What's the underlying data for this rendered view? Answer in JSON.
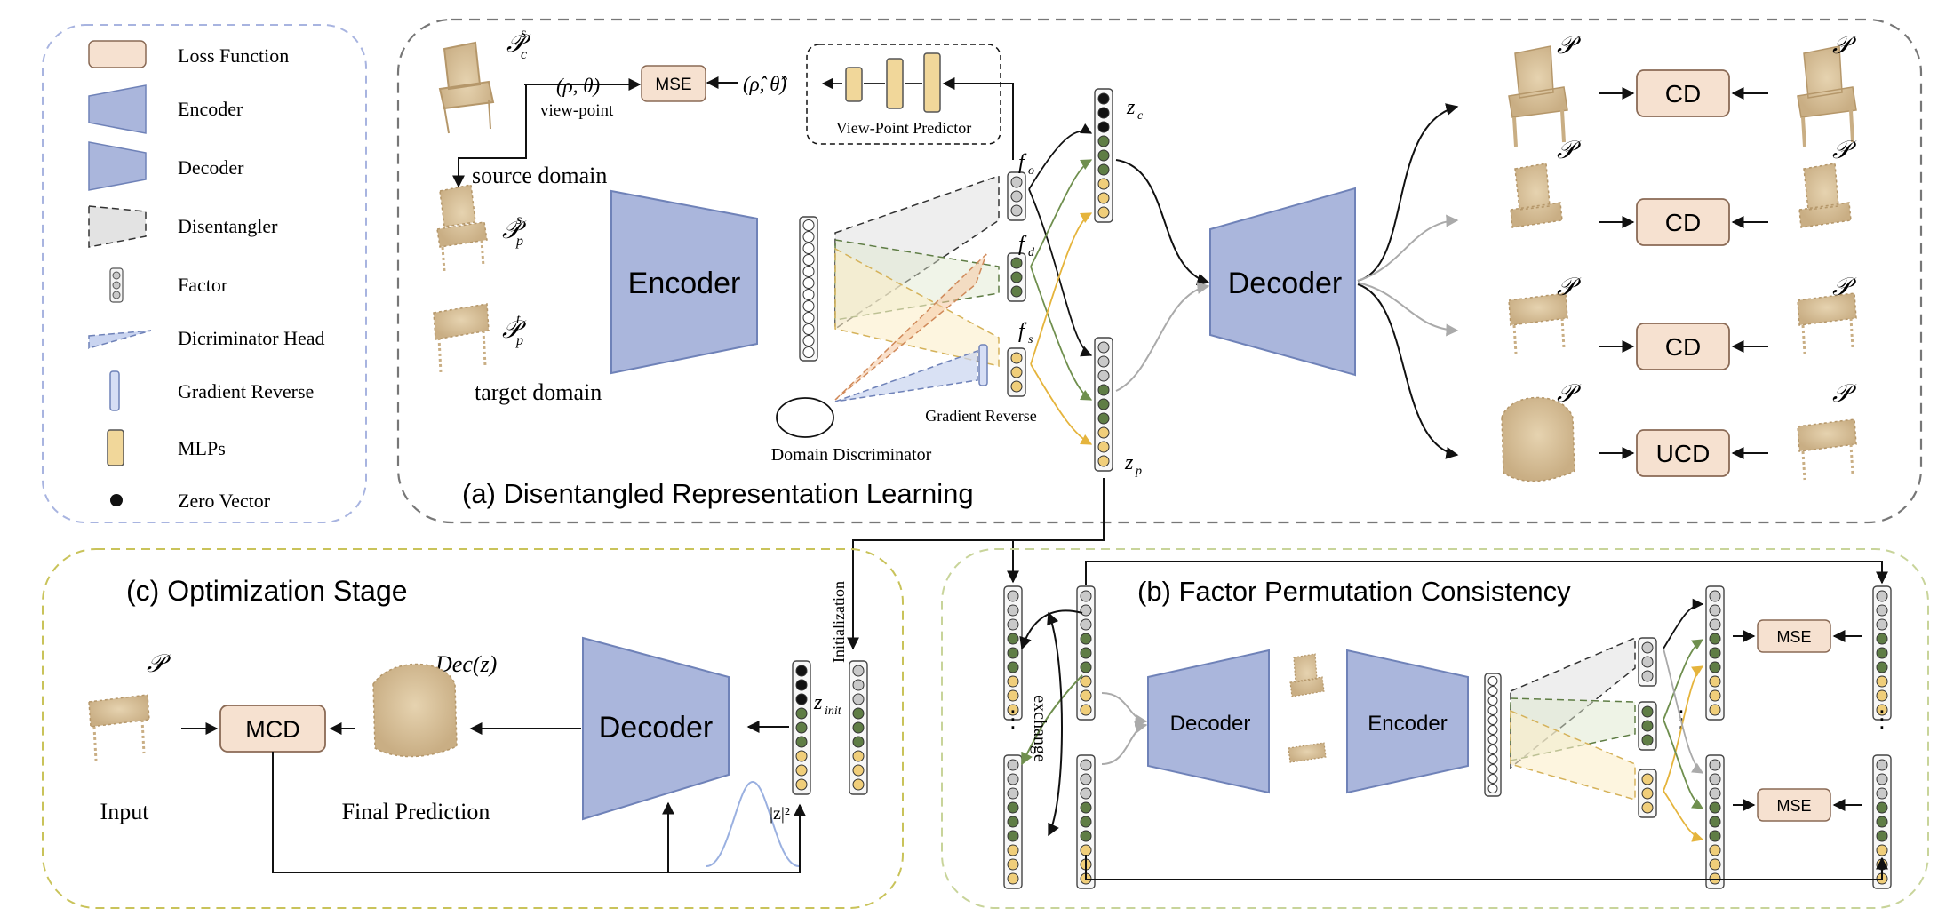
{
  "legend": {
    "loss": "Loss Function",
    "encoder": "Encoder",
    "decoder": "Decoder",
    "disentangler": "Disentangler",
    "factor": "Factor",
    "disc_head": "Dicriminator Head",
    "grad_rev": "Gradient Reverse",
    "mlps": "MLPs",
    "zero": "Zero Vector"
  },
  "panel_a": {
    "title": "(a) Disentangled Representation Learning",
    "mse": "MSE",
    "rho_theta": "(ρ, θ)",
    "rho_theta_hat": "(ρ̂, θ̂)",
    "view_point": "view-point",
    "vp_predictor": "View-Point Predictor",
    "source_domain": "source domain",
    "target_domain": "target domain",
    "pc_s": "𝒫",
    "encoder": "Encoder",
    "decoder": "Decoder",
    "domain_disc": "Domain Discriminator",
    "gradient_reverse": "Gradient Reverse",
    "f_o": "f",
    "f_d": "f",
    "f_s": "f",
    "z_c": "z",
    "z_p": "z",
    "cd": "CD",
    "ucd": "UCD"
  },
  "panel_b": {
    "title": "(b) Factor Permutation Consistency",
    "decoder": "Decoder",
    "encoder": "Encoder",
    "exchange": "exchange",
    "mse": "MSE",
    "dots": "⋮"
  },
  "panel_c": {
    "title": "(c) Optimization Stage",
    "initialization": "Initialization",
    "p": "𝒫",
    "mcd": "MCD",
    "dec_z": "Dec(z)",
    "decoder": "Decoder",
    "z_init": "z",
    "input": "Input",
    "final_prediction": "Final Prediction",
    "norm": "|z|²"
  },
  "colors": {
    "encoder_fill": "#aab6dc",
    "encoder_stroke": "#6f82b8",
    "loss_fill": "#f6e1d0",
    "loss_stroke": "#8a6a55",
    "mlp_fill": "#f1d79a",
    "green_dot": "#5f7d45",
    "yellow_dot": "#f0ce7a",
    "grey_dot": "#c9c9c9",
    "panel_a_border": "#777777",
    "panel_b_border": "#c8d49a",
    "panel_c_border": "#c9c35a",
    "legend_border": "#a8b4e0"
  }
}
